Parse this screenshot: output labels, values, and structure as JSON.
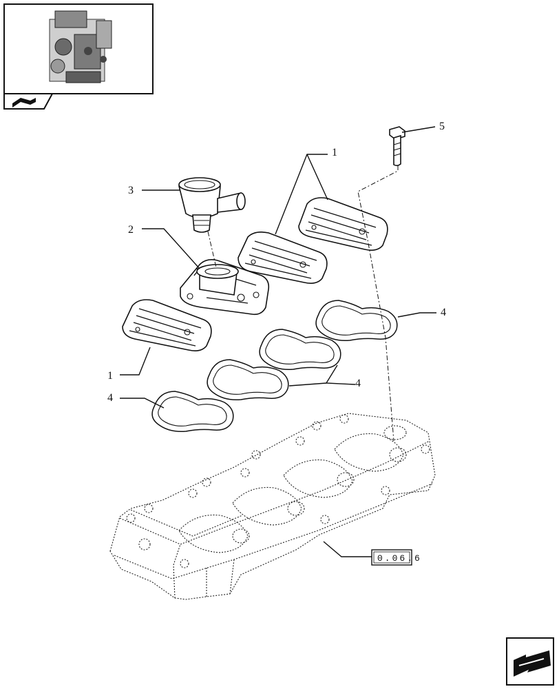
{
  "callouts": [
    {
      "label": "1"
    },
    {
      "label": "1"
    },
    {
      "label": "2"
    },
    {
      "label": "3"
    },
    {
      "label": "4"
    },
    {
      "label": "4"
    },
    {
      "label": "4"
    },
    {
      "label": "5"
    }
  ],
  "reference": {
    "code": "0.06.6"
  }
}
